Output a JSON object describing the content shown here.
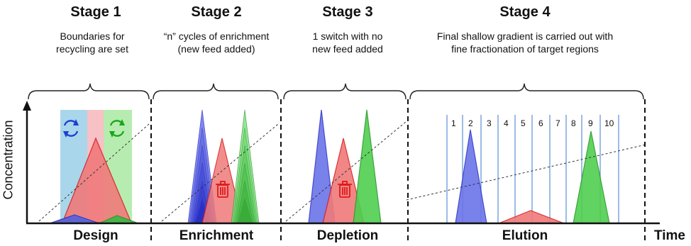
{
  "stages": [
    {
      "title": "Stage 1",
      "description_line1": "Boundaries for",
      "description_line2": "recycling are set",
      "phase": "Design"
    },
    {
      "title": "Stage 2",
      "description_line1": "“n” cycles of enrichment",
      "description_line2": "(new feed added)",
      "phase": "Enrichment"
    },
    {
      "title": "Stage 3",
      "description_line1": "1 switch with no",
      "description_line2": "new feed added",
      "phase": "Depletion"
    },
    {
      "title": "Stage 4",
      "description_line1": "Final shallow gradient is carried out with",
      "description_line2": "fine fractionation of target regions",
      "phase": "Elution"
    }
  ],
  "axes": {
    "y_label": "Concentration",
    "x_label": "Time"
  },
  "fractions": [
    "1",
    "2",
    "3",
    "4",
    "5",
    "6",
    "7",
    "8",
    "9",
    "10"
  ],
  "colors": {
    "blue_peak": "#6b74e8",
    "red_peak": "#f07a7a",
    "green_peak": "#4fcf4f",
    "blue_zone": "#a9d6ea",
    "green_zone": "#b7ecb0",
    "pink_zone": "#f7c1c6",
    "fraction_line": "#5b8fd6"
  },
  "icons": [
    "recycle-blue-icon",
    "recycle-green-icon",
    "trash-icon"
  ]
}
